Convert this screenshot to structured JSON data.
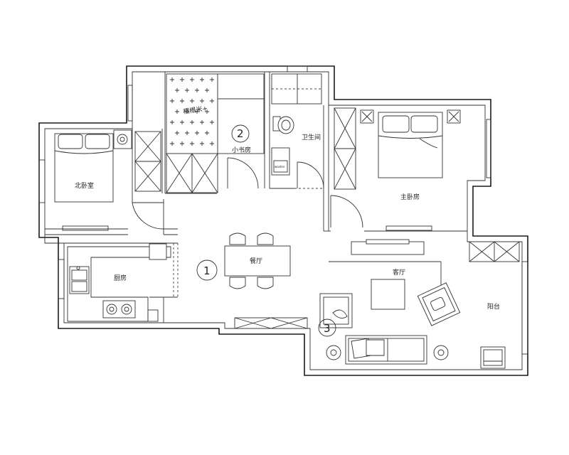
{
  "rooms": {
    "north_bedroom": "北卧室",
    "study": "小书房",
    "bathroom": "卫生间",
    "master_bedroom": "主卧房",
    "kitchen": "厨房",
    "dining": "餐厅",
    "living": "客厅",
    "balcony": "阳台",
    "tatami": "榻榻米+"
  },
  "markers": {
    "m1": "1",
    "m2": "2",
    "m3": "3"
  },
  "labels": {
    "washer": "washer"
  }
}
